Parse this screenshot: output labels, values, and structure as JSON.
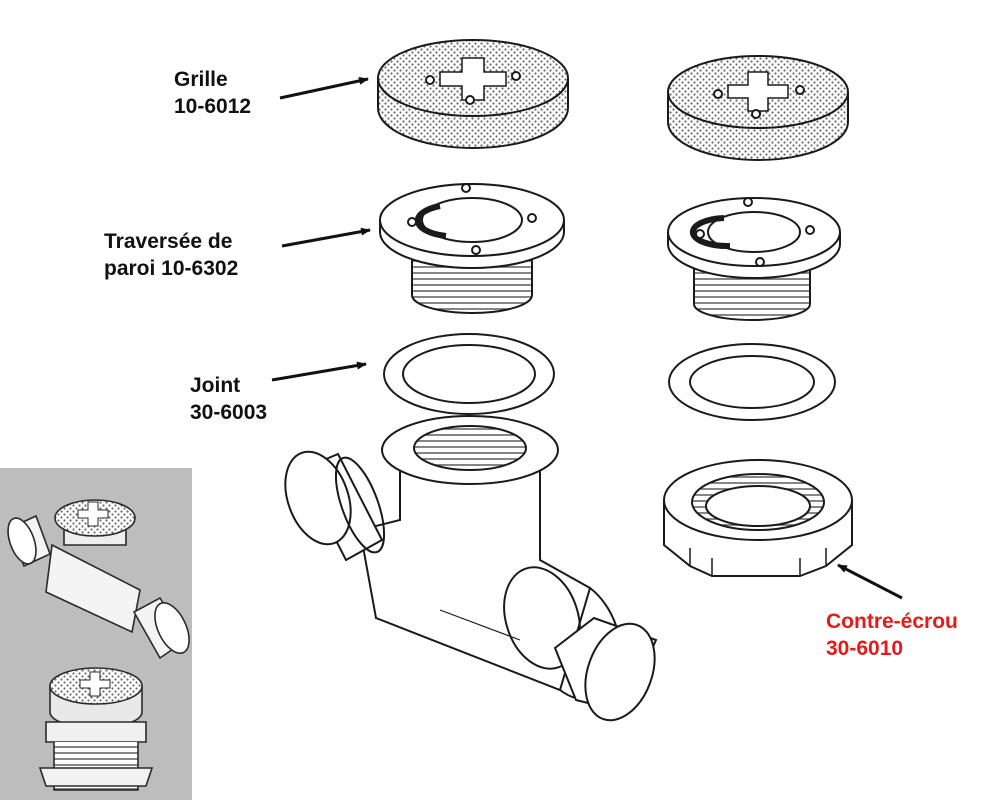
{
  "colors": {
    "text": "#111111",
    "highlight": "#e31b1b",
    "line": "#1a1a1a",
    "inset_bg": "#bdbdbd"
  },
  "labels": [
    {
      "name": "Grille",
      "code": "10-6012",
      "color": "#111111"
    },
    {
      "name": "Traversée de",
      "code": "paroi 10-6302",
      "color": "#111111"
    },
    {
      "name": "Joint",
      "code": "30-6003",
      "color": "#111111"
    },
    {
      "name": "Contre-écrou",
      "code": "30-6010",
      "color": "#e31b1b"
    }
  ]
}
